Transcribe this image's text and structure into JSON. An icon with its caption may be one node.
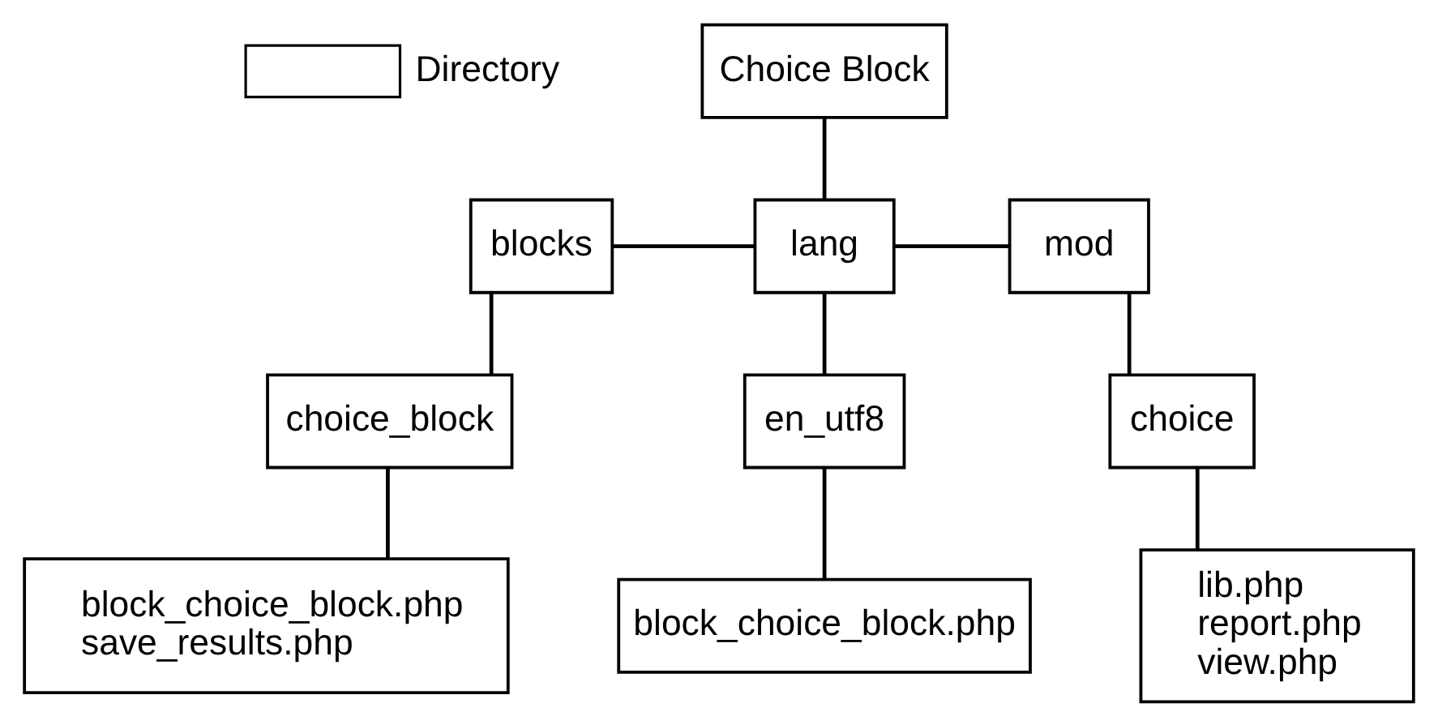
{
  "diagram": {
    "nodes": [
      {
        "text": [
          "Choice Block"
        ]
      },
      {
        "text": [
          "blocks"
        ]
      },
      {
        "text": [
          "lang"
        ]
      },
      {
        "text": [
          "mod"
        ]
      },
      {
        "text": [
          "choice_block"
        ]
      },
      {
        "text": [
          "en_utf8"
        ]
      },
      {
        "text": [
          "choice"
        ]
      },
      {
        "text": [
          "block_choice_block.php",
          "save_results.php"
        ]
      },
      {
        "text": [
          "block_choice_block.php"
        ]
      },
      {
        "text": [
          "lib.php",
          "report.php",
          "view.php"
        ]
      }
    ],
    "edges": [
      {
        "from": 0,
        "to": 2,
        "arrow": "none"
      },
      {
        "from": 1,
        "to": 2,
        "arrow": "none"
      },
      {
        "from": 2,
        "to": 3,
        "arrow": "none"
      },
      {
        "from": 1,
        "to": 4,
        "arrow": "none"
      },
      {
        "from": 2,
        "to": 5,
        "arrow": "none"
      },
      {
        "from": 3,
        "to": 6,
        "arrow": "none"
      },
      {
        "from": 4,
        "to": 7,
        "arrow": "none"
      },
      {
        "from": 5,
        "to": 8,
        "arrow": "none"
      },
      {
        "from": 6,
        "to": 9,
        "arrow": "none"
      }
    ],
    "legend": [
      {
        "text": "Directory"
      }
    ]
  }
}
